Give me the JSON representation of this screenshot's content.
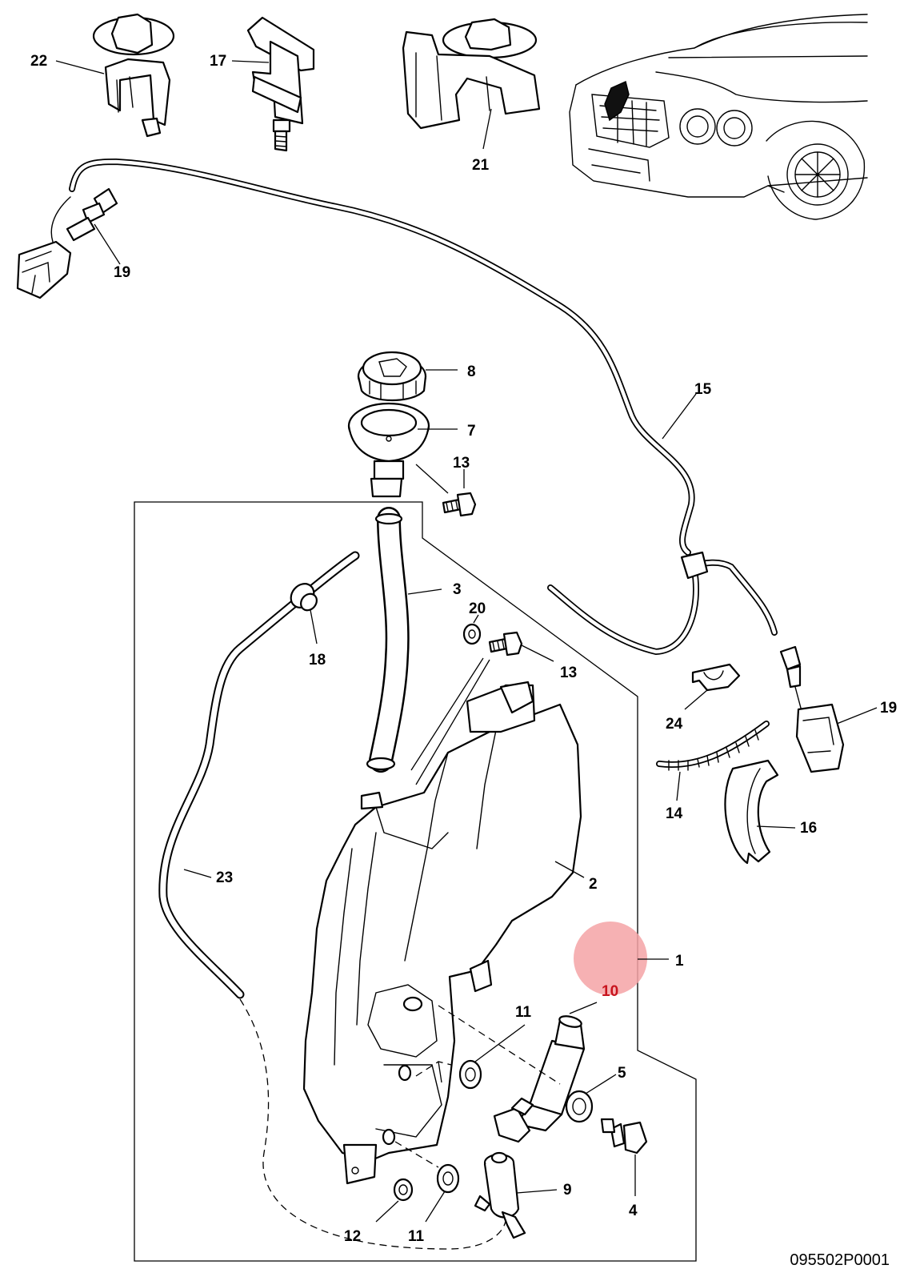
{
  "drawing_number": "095502P0001",
  "highlight_color": "#f4a3a6",
  "highlight_text_color": "#c8141e",
  "callouts": {
    "c1": "1",
    "c2": "2",
    "c3": "3",
    "c4": "4",
    "c5": "5",
    "c7": "7",
    "c8": "8",
    "c9": "9",
    "c10": "10",
    "c11a": "11",
    "c11b": "11",
    "c12": "12",
    "c13a": "13",
    "c13b": "13",
    "c14": "14",
    "c15": "15",
    "c16": "16",
    "c17": "17",
    "c18": "18",
    "c19a": "19",
    "c19b": "19",
    "c20": "20",
    "c21": "21",
    "c22": "22",
    "c23": "23",
    "c24": "24"
  }
}
